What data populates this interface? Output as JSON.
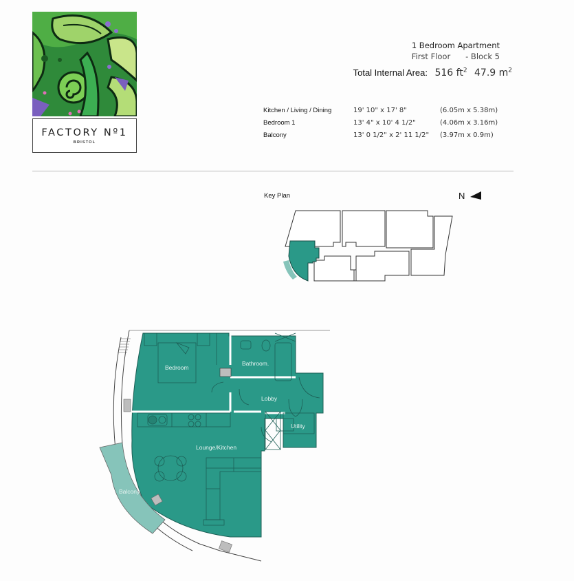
{
  "brand": {
    "name": "FACTORY Nº1",
    "location": "BRISTOL"
  },
  "apartment": {
    "type": "1 Bedroom Apartment",
    "floor": "First Floor",
    "block": "- Block 5",
    "floor_block": "First Floor      - Block 5",
    "total_area_label": "Total Internal Area:",
    "area_sqft": "516 ft",
    "area_sqm": "47.9 m",
    "area_sup": "2"
  },
  "rooms": [
    {
      "name": "Kitchen / Living / Dining",
      "imperial": "19' 10\" x 17' 8\"",
      "metric": "(6.05m x 5.38m)"
    },
    {
      "name": "Bedroom 1",
      "imperial": "13' 4\" x 10' 4 1/2\"",
      "metric": "(4.06m x 3.16m)"
    },
    {
      "name": "Balcony",
      "imperial": "13' 0 1/2\" x 2' 11 1/2\"",
      "metric": "(3.97m x 0.9m)"
    }
  ],
  "key_plan": {
    "title": "Key Plan",
    "north_label": "N",
    "north_icon": "north-arrow-icon"
  },
  "floor_plan": {
    "labels": {
      "bedroom": "Bedroom",
      "bathroom": "Bathroom.",
      "lobby": "Lobby",
      "utility": "Utility",
      "lounge": "Lounge/Kitchen",
      "balcony": "Balcony"
    }
  },
  "colors": {
    "unit_fill": "#2a9988",
    "balcony_fill": "#86c4ba",
    "line": "#1d5e55",
    "wall": "#333333",
    "fixture_grey": "#bdbdbd"
  }
}
